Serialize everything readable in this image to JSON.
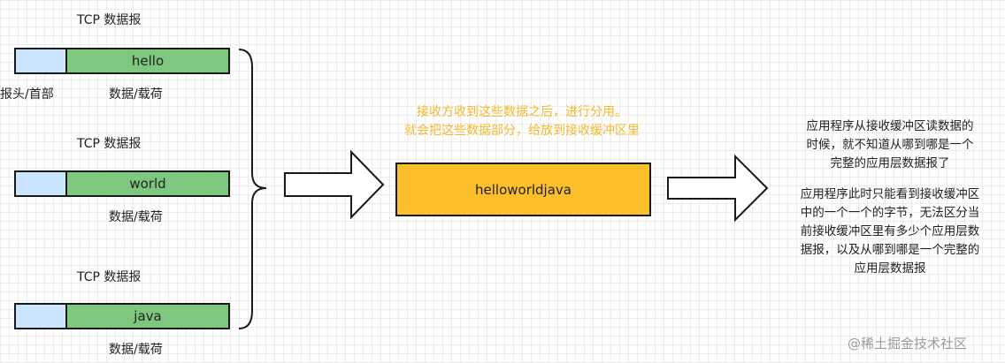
{
  "datagrams": [
    {
      "label": "TCP 数据报",
      "payload": "hello",
      "payload_label": "数据/载荷",
      "header_label": "报头/首部"
    },
    {
      "label": "TCP 数据报",
      "payload": "world",
      "payload_label": "数据/载荷"
    },
    {
      "label": "TCP 数据报",
      "payload": "java",
      "payload_label": "数据/载荷"
    }
  ],
  "middle_note": [
    "接收方收到这些数据之后，进行分用。",
    "就会把这些数据部分，给放到接收缓冲区里"
  ],
  "merged_buffer": "helloworldjava",
  "explanation": {
    "para1": [
      "应用程序从接收缓冲区读数据的",
      "时候，就不知道从哪到哪是一个",
      "完整的应用层数据报了"
    ],
    "para2": [
      "应用程序此时只能看到接收缓冲区",
      "中的一个一个的字节，无法区分当",
      "前接收缓冲区里有多少个应用层数",
      "据报，以及从哪到哪是一个完整的",
      "应用层数据报"
    ]
  },
  "watermark": "@稀土掘金技术社区",
  "colors": {
    "header": "#cce5ff",
    "payload": "#7ec77e",
    "buffer": "#fbbf2b",
    "note": "#f5b82e"
  }
}
